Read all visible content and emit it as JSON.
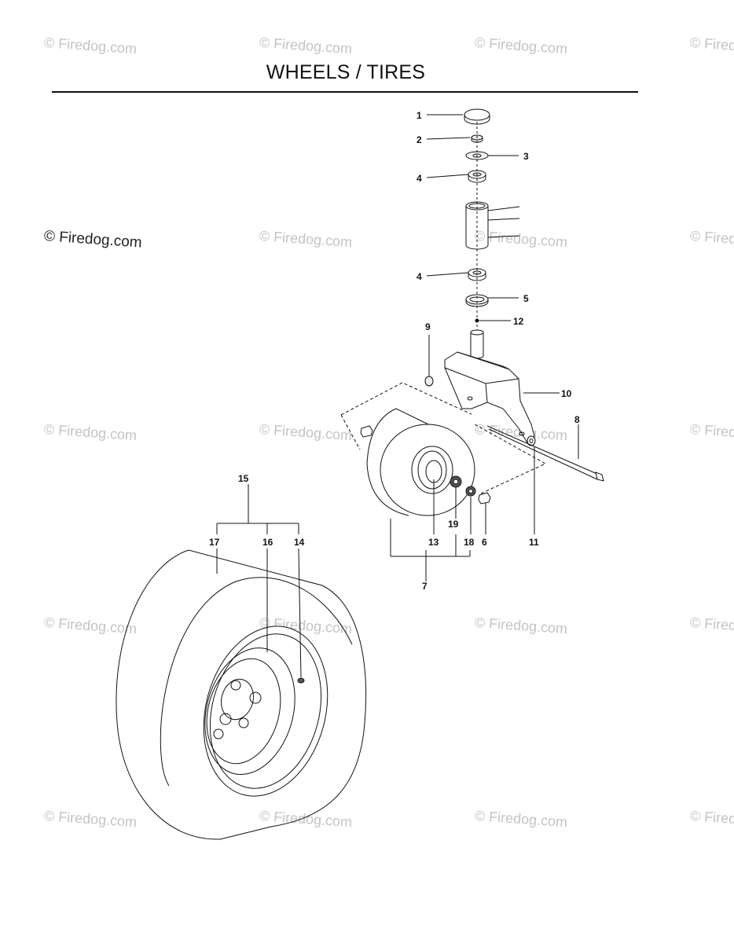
{
  "title": "WHEELS / TIRES",
  "watermark": "© Firedog.com",
  "callouts": {
    "c1": "1",
    "c2": "2",
    "c3": "3",
    "c4a": "4",
    "c4b": "4",
    "c5": "5",
    "c6": "6",
    "c7": "7",
    "c8": "8",
    "c9": "9",
    "c10": "10",
    "c11": "11",
    "c12": "12",
    "c13": "13",
    "c14": "14",
    "c15": "15",
    "c16": "16",
    "c17": "17",
    "c18": "18",
    "c19": "19"
  },
  "colors": {
    "line": "#111111",
    "watermark": "#c4c4c4"
  }
}
